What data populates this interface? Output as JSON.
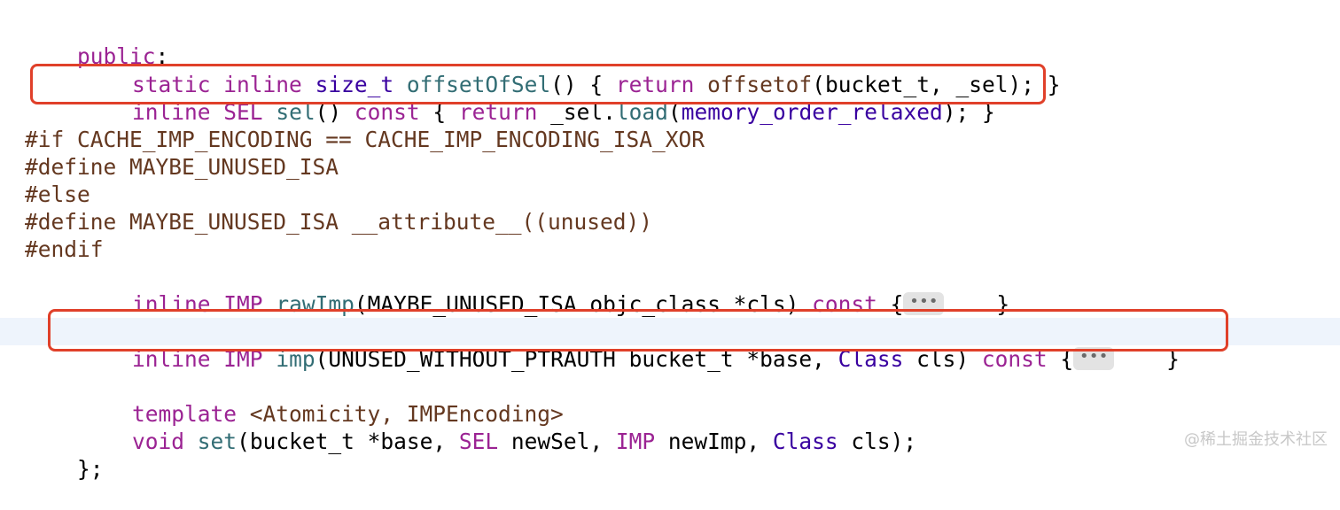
{
  "code": {
    "l0": {
      "public": "public",
      "colon": ":"
    },
    "l1": {
      "t1": "static",
      "sp1": " ",
      "t2": "inline",
      "sp2": " ",
      "t3": "size_t",
      "sp3": " ",
      "t4": "offsetOfSel",
      "t5": "() { ",
      "t6": "return",
      "sp4": " ",
      "t7": "offsetof",
      "t8": "(bucket_t, _sel); }"
    },
    "l2": {
      "t1": "inline",
      "sp1": " ",
      "t2": "SEL",
      "sp2": " ",
      "t3": "sel",
      "t4": "() ",
      "t5": "const",
      "t6": " { ",
      "t7": "return",
      "t8": " _sel.",
      "t9": "load",
      "t10": "(",
      "t11": "memory_order_relaxed",
      "t12": "); }"
    },
    "l3": {
      "text": "#if CACHE_IMP_ENCODING == CACHE_IMP_ENCODING_ISA_XOR"
    },
    "l4": {
      "text": "#define MAYBE_UNUSED_ISA"
    },
    "l5": {
      "text": "#else"
    },
    "l6": {
      "text": "#define MAYBE_UNUSED_ISA __attribute__((unused))"
    },
    "l7": {
      "text": "#endif"
    },
    "l8": {
      "t1": "inline",
      "sp1": " ",
      "t2": "IMP",
      "sp2": " ",
      "t3": "rawImp",
      "t4": "(MAYBE_UNUSED_ISA objc_class *cls) ",
      "t5": "const",
      "t6": " {",
      "fold": "•••",
      "t7": "    }"
    },
    "l9": {
      "t1": "inline",
      "sp1": " ",
      "t2": "IMP",
      "sp2": " ",
      "t3": "imp",
      "t4": "(UNUSED_WITHOUT_PTRAUTH bucket_t *base, ",
      "t5": "Class",
      "t6": " cls) ",
      "t7": "const",
      "t8": " {",
      "fold": "•••",
      "t9": "    }"
    },
    "l10": {
      "t1": "template",
      "t2": " <Atomicity, IMPEncoding>"
    },
    "l11": {
      "t1": "void",
      "sp1": " ",
      "t2": "set",
      "t3": "(bucket_t *base, ",
      "t4": "SEL",
      "t5": " newSel, ",
      "t6": "IMP",
      "t7": " newImp, ",
      "t8": "Class",
      "t9": " cls);"
    },
    "l12": {
      "text": "};"
    }
  },
  "watermark": "@稀土掘金技术社区",
  "colors": {
    "keyword": "#9b2393",
    "type": "#3900a0",
    "function": "#326d74",
    "preprocessor": "#643820",
    "highlight_box": "#e0402a",
    "current_line": "#eef4fc"
  }
}
